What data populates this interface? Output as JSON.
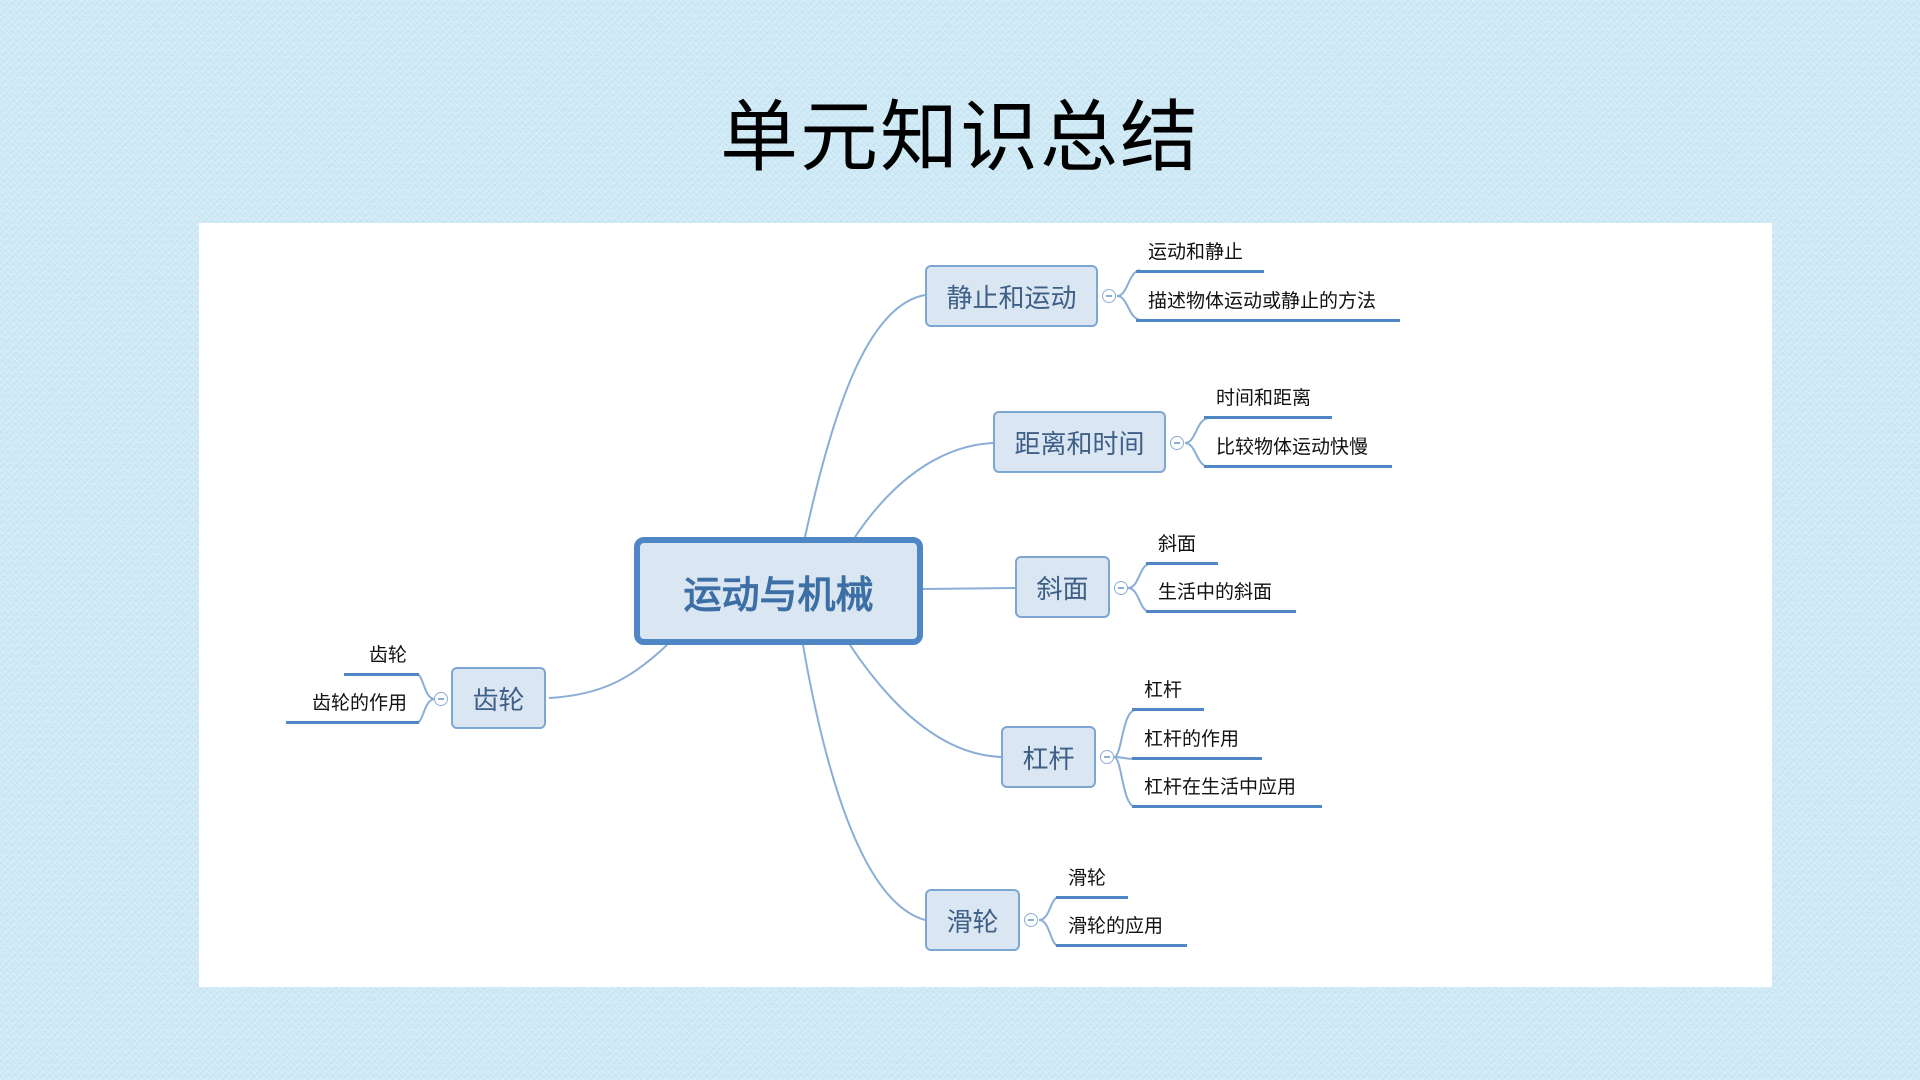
{
  "title": "单元知识总结",
  "colors": {
    "background": "#cde9f5",
    "panel": "#ffffff",
    "node_fill": "#dbe6f3",
    "node_border": "#7ea6d2",
    "central_border": "#4f86c6",
    "connector": "#8aaed6",
    "leaf_underline": "#4f86c6"
  },
  "mindmap": {
    "central": {
      "label": "运动与机械"
    },
    "branches": [
      {
        "label": "静止和运动",
        "side": "right",
        "leaves": [
          "运动和静止",
          "描述物体运动或静止的方法"
        ]
      },
      {
        "label": "距离和时间",
        "side": "right",
        "leaves": [
          "时间和距离",
          "比较物体运动快慢"
        ]
      },
      {
        "label": "斜面",
        "side": "right",
        "leaves": [
          "斜面",
          "生活中的斜面"
        ]
      },
      {
        "label": "杠杆",
        "side": "right",
        "leaves": [
          "杠杆",
          "杠杆的作用",
          "杠杆在生活中应用"
        ]
      },
      {
        "label": "滑轮",
        "side": "right",
        "leaves": [
          "滑轮",
          "滑轮的应用"
        ]
      },
      {
        "label": "齿轮",
        "side": "left",
        "leaves": [
          "齿轮",
          "齿轮的作用"
        ]
      }
    ]
  }
}
